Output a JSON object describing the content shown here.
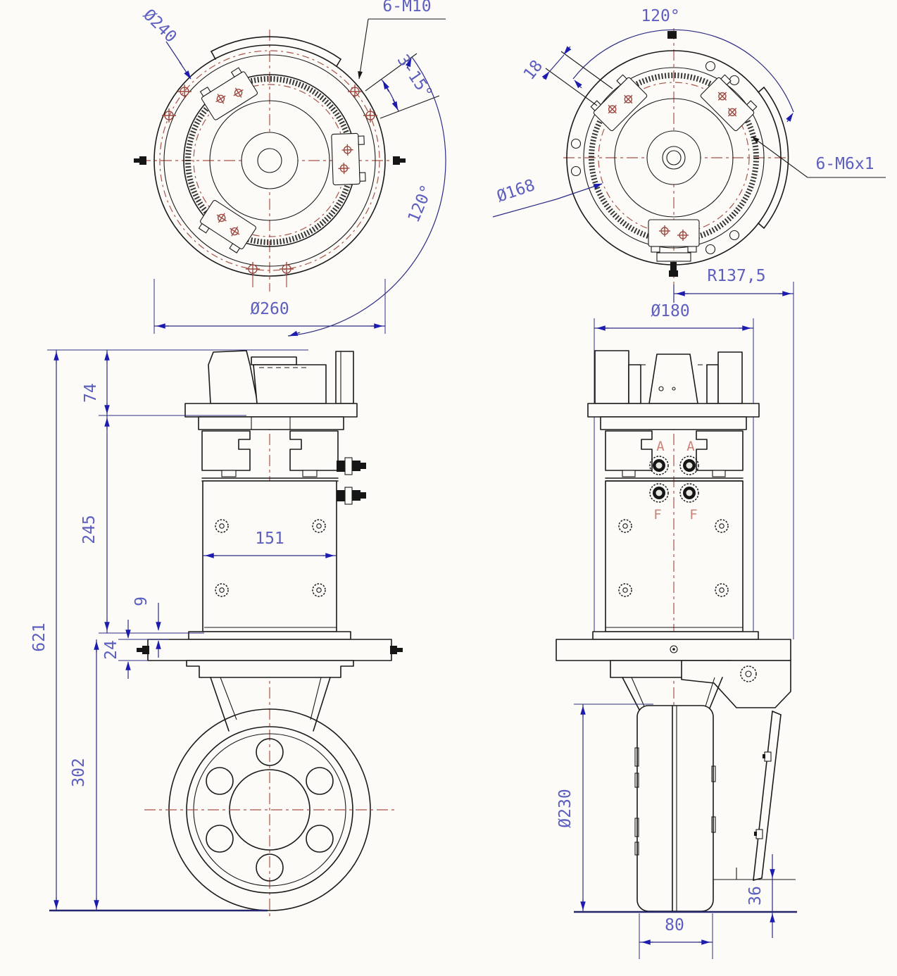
{
  "drawing": {
    "kind": "CAD multi-view technical drawing of a hydraulic steering drive wheel unit",
    "colors": {
      "background": "#fcfbf7",
      "outline": "#1a1a1a",
      "centerline_red": "#a9544a",
      "bolt_symbol_red": "#9c4a42",
      "dimension_line": "#2c2c86",
      "dimension_text": "#5d5fc0",
      "port_label_red": "#cd8078",
      "ground_line": "#26266e"
    }
  },
  "views": {
    "flange_top": {
      "name": "top view - slewing flange",
      "dims": {
        "d240": "Ø240",
        "m10": "6-M10",
        "slots": "3-15°",
        "angle": "120°",
        "d260": "Ø260"
      }
    },
    "motor_top": {
      "name": "top view - motor flange",
      "dims": {
        "angle": "120°",
        "slot": "18",
        "d168": "Ø168",
        "m6": "6-M6x1",
        "r": "R137,5",
        "d180": "Ø180"
      }
    },
    "front": {
      "name": "front elevation",
      "dims": {
        "h621": "621",
        "h74": "74",
        "h245": "245",
        "s9": "9",
        "t24": "24",
        "h302": "302",
        "w151": "151"
      }
    },
    "side": {
      "name": "side elevation",
      "dims": {
        "d230": "Ø230",
        "c36": "36",
        "w80": "80"
      },
      "ports": [
        "A",
        "A",
        "F",
        "F"
      ]
    }
  }
}
